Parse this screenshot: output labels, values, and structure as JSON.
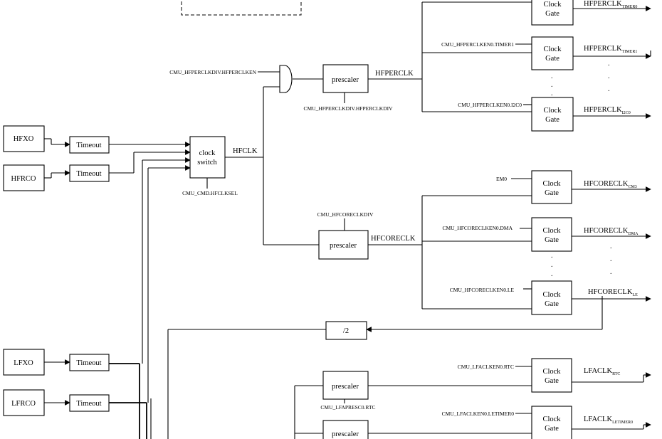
{
  "sources": {
    "hfxo": "HFXO",
    "hfrco": "HFRCO",
    "lfxo": "LFXO",
    "lfrco": "LFRCO"
  },
  "timeout_label": "Timeout",
  "clock_switch": {
    "line1": "clock",
    "line2": "switch"
  },
  "clock_gate": {
    "line1": "Clock",
    "line2": "Gate"
  },
  "prescaler_label": "prescaler",
  "divider_label": "/2",
  "dots": ".",
  "signals": {
    "hfclk": "HFCLK",
    "hfperclk": "HFPERCLK",
    "hfcoreclk": "HFCORECLK"
  },
  "registers": {
    "hfclksel": "CMU_CMD.HFCLKSEL",
    "hfperclken": "CMU_HFPERCLKDIV.HFPERCLKEN",
    "hfperclkdiv": "CMU_HFPERCLKDIV.HFPERCLKDIV",
    "hfcoreclkdiv": "CMU_HFCORECLKDIV",
    "timer1_en": "CMU_HFPERCLKEN0.TIMER1",
    "i2c0_en": "CMU_HFPERCLKEN0.I2C0",
    "em0": "EM0",
    "dma_en": "CMU_HFCORECLKEN0.DMA",
    "le_en": "CMU_HFCORECLKEN0.LE",
    "rtc_en": "CMU_LFACLKEN0.RTC",
    "lfapresc_rtc": "CMU_LFAPRESC0.RTC",
    "letimer0_en": "CMU_LFACLKEN0.LETIMER0"
  },
  "outputs": {
    "hfperclk_timer0": {
      "main": "HFPERCLK",
      "sub": "TIMER0"
    },
    "hfperclk_timer1": {
      "main": "HFPERCLK",
      "sub": "TIMER1"
    },
    "hfperclk_i2c0": {
      "main": "HFPERCLK",
      "sub": "I2C0"
    },
    "hfcoreclk_cm3": {
      "main": "HFCORECLK",
      "sub": "CM3"
    },
    "hfcoreclk_dma": {
      "main": "HFCORECLK",
      "sub": "DMA"
    },
    "hfcoreclk_le": {
      "main": "HFCORECLK",
      "sub": "LE"
    },
    "lfaclk_rtc": {
      "main": "LFACLK",
      "sub": "RTC"
    },
    "lfaclk_letimer0": {
      "main": "LFACLK",
      "sub": "LETIMER0"
    }
  }
}
